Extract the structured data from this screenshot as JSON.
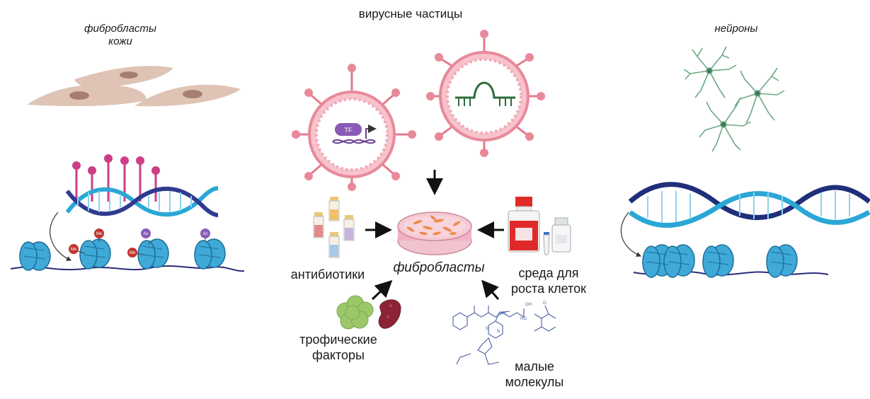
{
  "labels": {
    "skin_fibroblasts_line1": "фибробласты",
    "skin_fibroblasts_line2": "кожи",
    "viral_particles": "вирусные частицы",
    "neurons": "нейроны",
    "antibiotics": "антибиотики",
    "fibroblasts_center": "фибробласты",
    "medium_line1": "среда для",
    "medium_line2": "роста клеток",
    "trophic_line1": "трофические",
    "trophic_line2": "факторы",
    "small_line1": "малые",
    "small_line2": "молекулы"
  },
  "marks": {
    "me": "Me",
    "ac": "Ac",
    "tf": "TF",
    "oh": "OH",
    "ho": "HO",
    "o": "O",
    "nh": "NH",
    "n": "N"
  },
  "colors": {
    "fibroblast_cell": "#dfc4b6",
    "fibroblast_nucleus": "#a77f72",
    "dna_light": "#2aa7d6",
    "dna_dark": "#1f2f7a",
    "nucleosome": "#3fa9d8",
    "chromatin_line": "#2b2b7a",
    "methyl_pin": "#cc3f86",
    "virus_pink": "#f2a7b4",
    "virus_stroke": "#e47a8c",
    "tf_purple": "#8a5bb6",
    "rna_green": "#2e6b3a",
    "neuron_green": "#6aa884",
    "dish_pink": "#f3b2c4",
    "dish_orange": "#f08a4b",
    "flask_red": "#e02a2a",
    "broccoli": "#9cc86a",
    "meat": "#8a2434",
    "molecule_blue": "#4a5fa0",
    "arrow": "#111111"
  }
}
